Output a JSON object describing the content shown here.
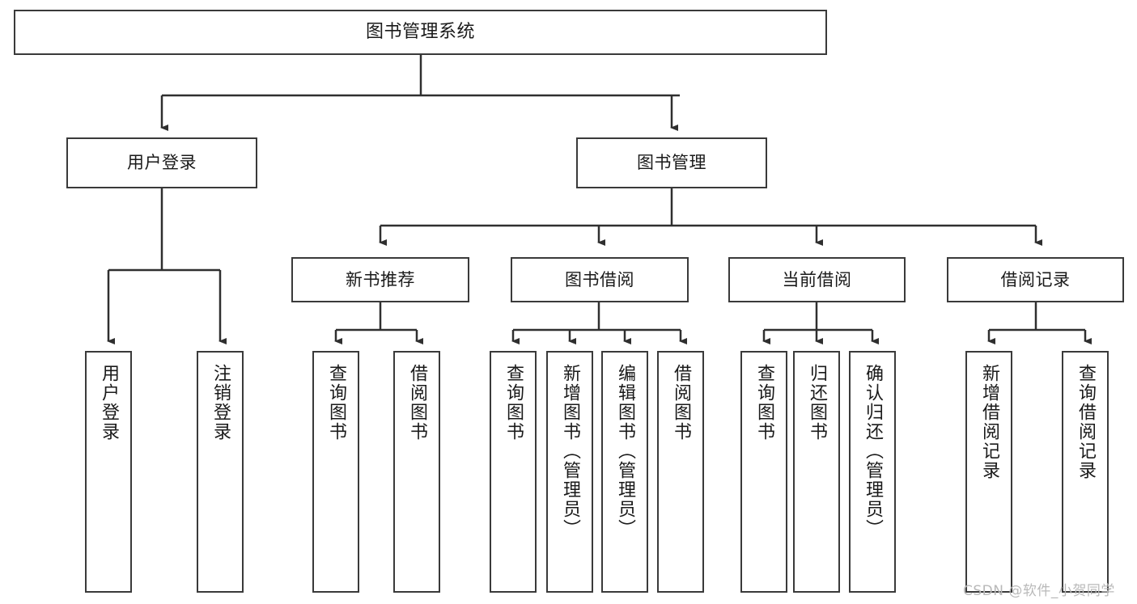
{
  "diagram": {
    "title_node": {
      "label": "图书管理系统"
    },
    "level2": [
      {
        "label": "用户登录"
      },
      {
        "label": "图书管理"
      }
    ],
    "level3": [
      {
        "label": "新书推荐"
      },
      {
        "label": "图书借阅"
      },
      {
        "label": "当前借阅"
      },
      {
        "label": "借阅记录"
      }
    ],
    "leaves": {
      "user_login": [
        {
          "label": "用户登录"
        },
        {
          "label": "注销登录"
        }
      ],
      "new_book_recommend": [
        {
          "label": "查询图书"
        },
        {
          "label": "借阅图书"
        }
      ],
      "book_borrow": [
        {
          "label": "查询图书"
        },
        {
          "label": "新增图书（管理员）"
        },
        {
          "label": "编辑图书（管理员）"
        },
        {
          "label": "借阅图书"
        }
      ],
      "current_borrow": [
        {
          "label": "查询图书"
        },
        {
          "label": "归还图书"
        },
        {
          "label": "确认归还（管理员）"
        }
      ],
      "borrow_record": [
        {
          "label": "新增借阅记录"
        },
        {
          "label": "查询借阅记录"
        }
      ]
    }
  },
  "watermark": {
    "text": "CSDN @软件_小贺同学"
  },
  "colors": {
    "border": "#3a3a3a",
    "background": "#ffffff",
    "text": "#1a1a1a",
    "watermark": "#b9b9b9"
  }
}
